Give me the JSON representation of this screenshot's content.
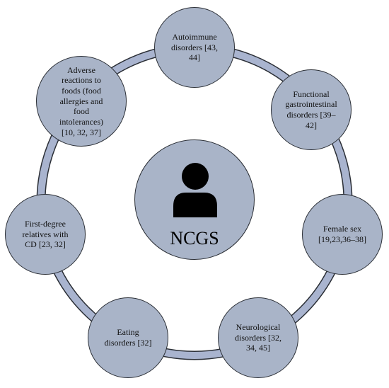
{
  "center": {
    "label": "NCGS",
    "icon": "person-icon"
  },
  "nodes": [
    {
      "id": "autoimmune",
      "label": "Autoimmune\ndisorders [43,\n44]"
    },
    {
      "id": "functional-gi",
      "label": "Functional\ngastrointestinal\ndisorders [39–\n42]"
    },
    {
      "id": "female-sex",
      "label": "Female sex\n[19,23,36–38]"
    },
    {
      "id": "neurological",
      "label": "Neurological\ndisorders [32,\n34, 45]"
    },
    {
      "id": "eating",
      "label": "Eating\ndisorders [32]"
    },
    {
      "id": "first-degree",
      "label": "First-degree\nrelatives with\nCD [23, 32]"
    },
    {
      "id": "adverse-reactions",
      "label": "Adverse\nreactions to\nfoods (food\nallergies and\nfood\nintolerances)\n[10, 32, 37]"
    }
  ],
  "colors": {
    "node_fill": "#a9b4c8",
    "ring": "#a9b4cf",
    "outline": "#2b2f36"
  }
}
